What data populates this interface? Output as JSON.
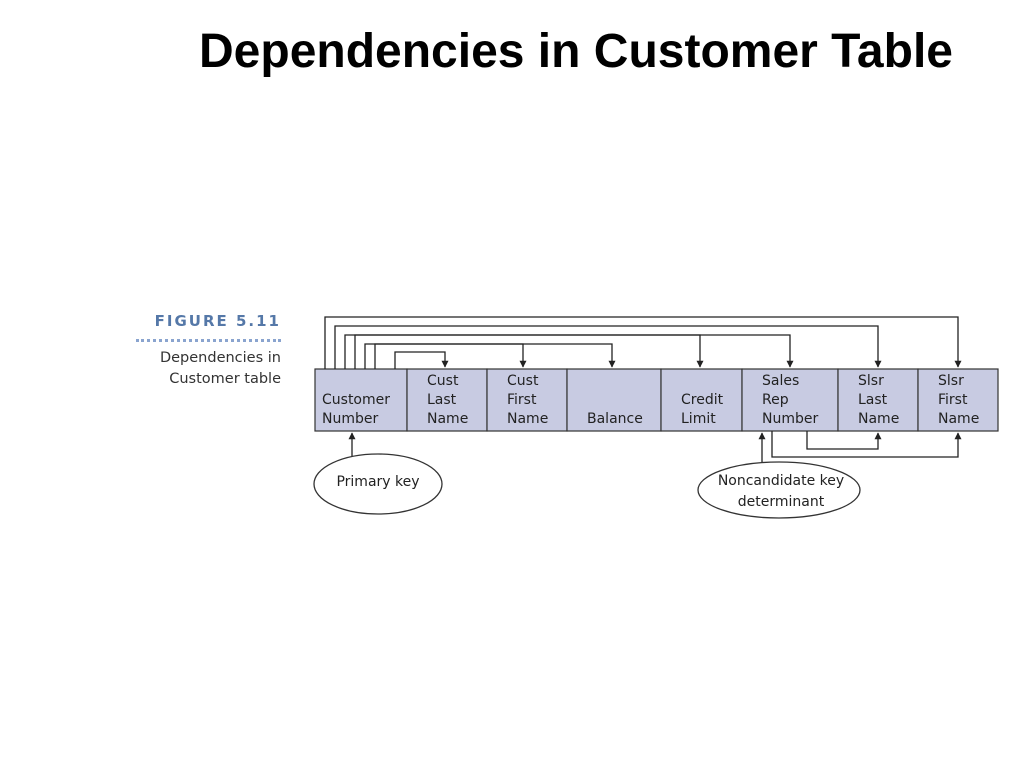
{
  "title": "Dependencies in Customer Table",
  "figure": {
    "label": "FIGURE 5.11",
    "caption_lines": [
      "Dependencies in",
      "Customer table"
    ]
  },
  "table": {
    "columns": [
      {
        "lines": [
          "Customer",
          "Number"
        ]
      },
      {
        "lines": [
          "Cust",
          "Last",
          "Name"
        ]
      },
      {
        "lines": [
          "Cust",
          "First",
          "Name"
        ]
      },
      {
        "lines": [
          "Balance"
        ]
      },
      {
        "lines": [
          "Credit",
          "Limit"
        ]
      },
      {
        "lines": [
          "Sales",
          "Rep",
          "Number"
        ]
      },
      {
        "lines": [
          "Slsr",
          "Last",
          "Name"
        ]
      },
      {
        "lines": [
          "Slsr",
          "First",
          "Name"
        ]
      }
    ],
    "cell_fill": "#c8cbe2"
  },
  "callouts": {
    "primary_key": {
      "lines": [
        "Primary key"
      ]
    },
    "noncandidate": {
      "lines": [
        "Noncandidate key",
        "determinant"
      ]
    }
  }
}
